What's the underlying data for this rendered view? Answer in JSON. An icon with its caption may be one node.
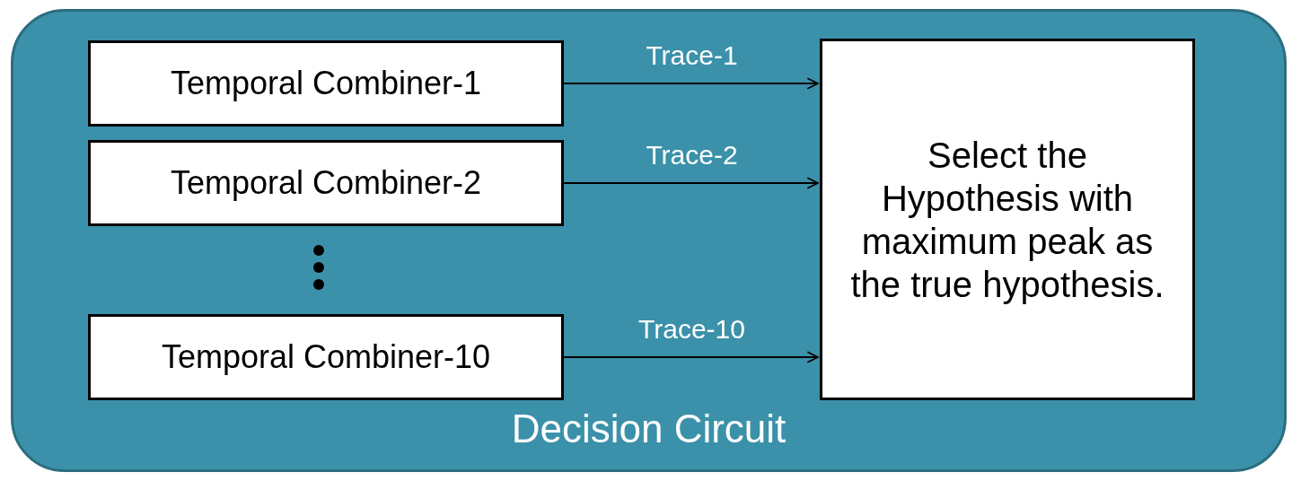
{
  "diagram": {
    "nodes": [
      {
        "text": [
          "Decision Circuit"
        ]
      },
      {
        "text": [
          "Temporal Combiner-1"
        ],
        "in": 0
      },
      {
        "text": [
          "Temporal Combiner-2"
        ],
        "in": 0
      },
      {
        "text": [
          "Temporal Combiner-10"
        ],
        "in": 0
      },
      {
        "text": [
          "Select the Hypothesis with maximum peak as the true hypothesis."
        ],
        "in": 0
      }
    ],
    "edges": [
      {
        "from": 1,
        "to": 4,
        "arrow": "to",
        "label": "Trace-1"
      },
      {
        "from": 2,
        "to": 4,
        "arrow": "to",
        "label": "Trace-2"
      },
      {
        "from": 3,
        "to": 4,
        "arrow": "to",
        "label": "Trace-10"
      }
    ]
  }
}
